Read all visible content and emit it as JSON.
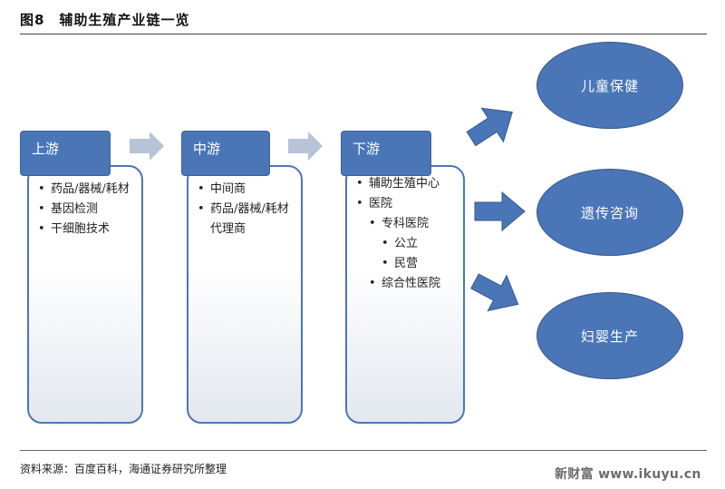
{
  "title": "图8　辅助生殖产业链一览",
  "stages": [
    {
      "name": "上游",
      "items": [
        {
          "text": "药品/器械/耗材",
          "level": 0
        },
        {
          "text": "基因检测",
          "level": 0
        },
        {
          "text": "干细胞技术",
          "level": 0
        }
      ]
    },
    {
      "name": "中游",
      "items": [
        {
          "text": "中间商",
          "level": 0
        },
        {
          "text": "药品/器械/耗材代理商",
          "level": 0
        }
      ]
    },
    {
      "name": "下游",
      "items": [
        {
          "text": "辅助生殖中心",
          "level": 0
        },
        {
          "text": "医院",
          "level": 0
        },
        {
          "text": "专科医院",
          "level": 1
        },
        {
          "text": "公立",
          "level": 2
        },
        {
          "text": "民营",
          "level": 2
        },
        {
          "text": "综合性医院",
          "level": 1
        }
      ]
    }
  ],
  "outcomes": [
    "儿童保健",
    "遗传咨询",
    "妇婴生产"
  ],
  "source": "资料来源：百度百科，海通证券研究所整理",
  "watermark": "新财富 www.ikuyu.cn",
  "colors": {
    "stage_fill": "#4a76b8",
    "arrow_fill": "#4a76b8",
    "connector_arrow": "#b7c3d6",
    "box_border": "#4a76b8"
  }
}
